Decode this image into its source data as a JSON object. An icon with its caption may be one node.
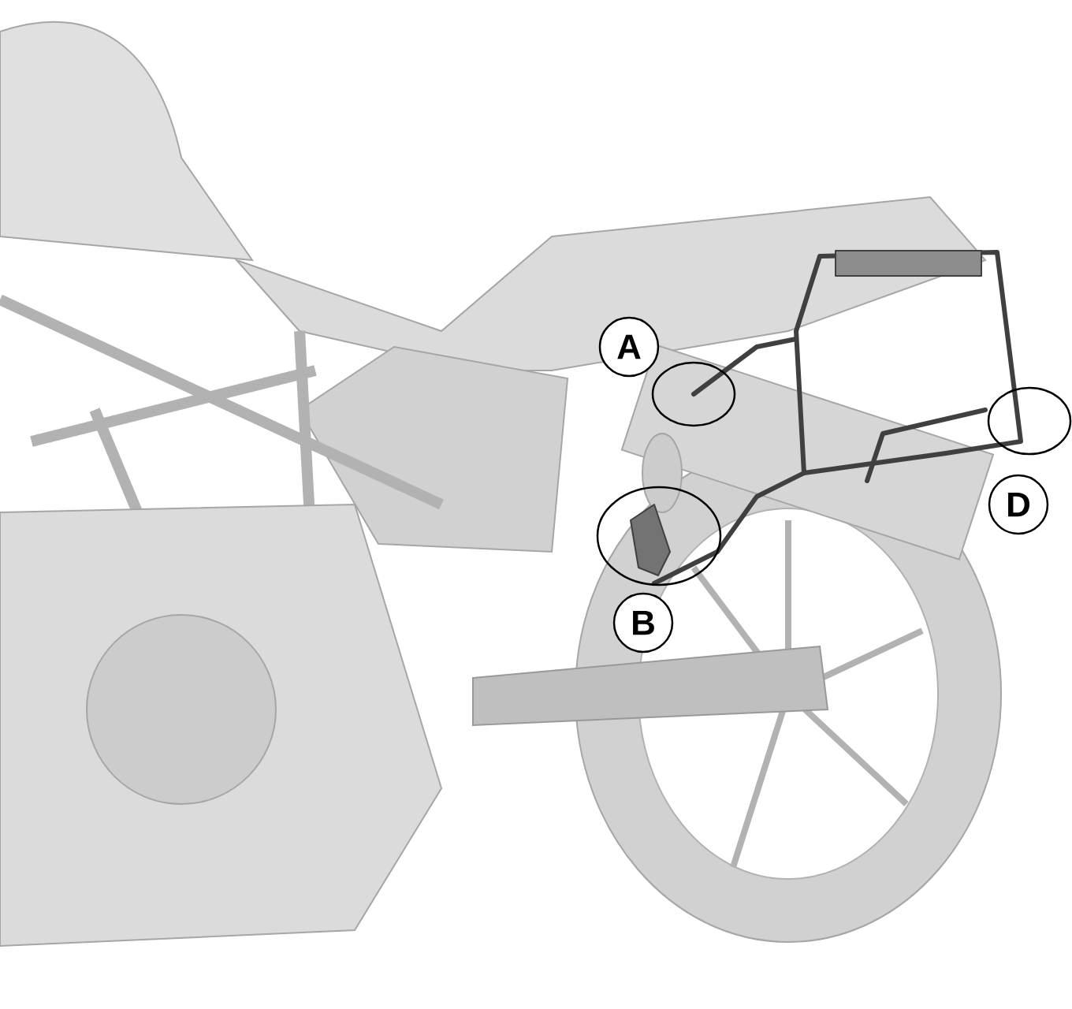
{
  "diagram": {
    "nodes": [
      {
        "text": [
          "A"
        ]
      },
      {
        "text": [
          "B"
        ]
      },
      {
        "text": [
          "D"
        ]
      }
    ]
  }
}
